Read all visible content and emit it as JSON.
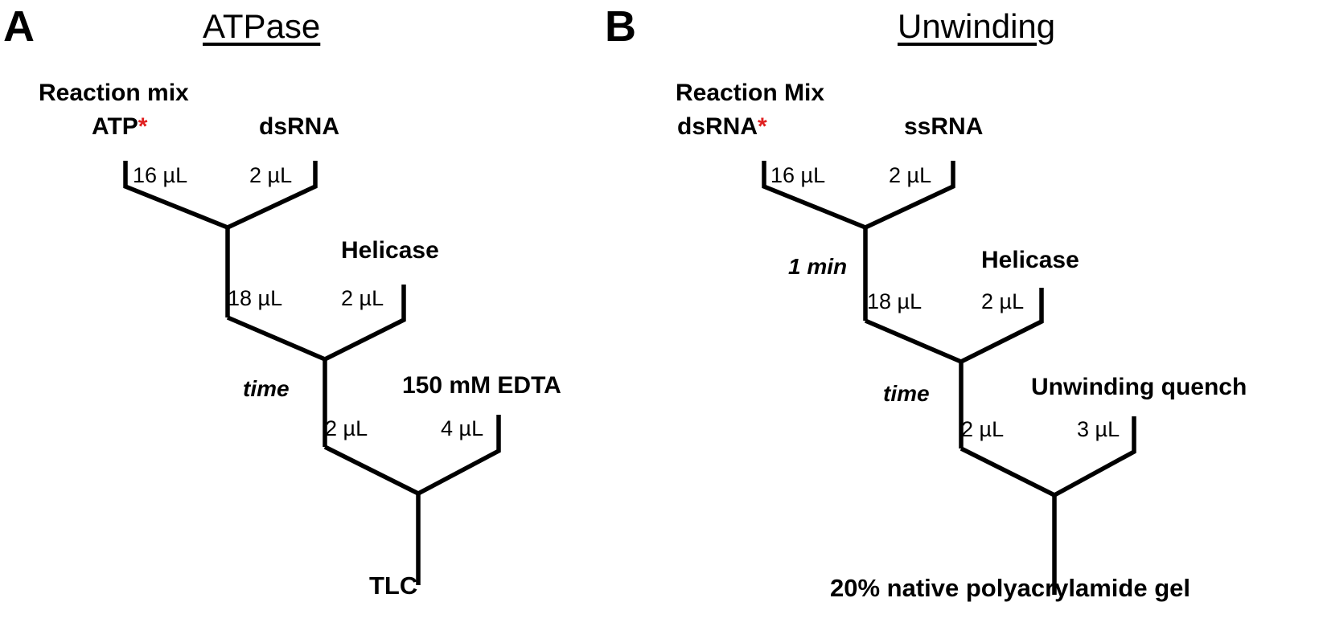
{
  "figure": {
    "panels": [
      {
        "letter": "A",
        "title": "ATPase",
        "inputs": {
          "left_label_line1": "Reaction mix",
          "left_label_line2": "ATP",
          "left_label_marker": "*",
          "left_volume": "16 µL",
          "right_label": "dsRNA",
          "right_volume": "2 µL"
        },
        "step2": {
          "carry_volume": "18 µL",
          "reagent_label": "Helicase",
          "reagent_volume": "2 µL",
          "time_label": ""
        },
        "step3": {
          "carry_volume": "2 µL",
          "reagent_label": "150 mM EDTA",
          "reagent_volume": "4 µL",
          "time_label": "time"
        },
        "output": "TLC"
      },
      {
        "letter": "B",
        "title": "Unwinding",
        "inputs": {
          "left_label_line1": "Reaction Mix",
          "left_label_line2": "dsRNA",
          "left_label_marker": "*",
          "left_volume": "16 µL",
          "right_label": "ssRNA",
          "right_volume": "2 µL"
        },
        "step2": {
          "carry_volume": "18 µL",
          "reagent_label": "Helicase",
          "reagent_volume": "2 µL",
          "time_label": "1 min"
        },
        "step3": {
          "carry_volume": "2 µL",
          "reagent_label": "Unwinding quench",
          "reagent_volume": "3 µL",
          "time_label": "time"
        },
        "output": "20% native polyacrylamide gel"
      }
    ],
    "colors": {
      "line": "#000000",
      "marker_red": "#e02020",
      "background": "#ffffff"
    }
  }
}
